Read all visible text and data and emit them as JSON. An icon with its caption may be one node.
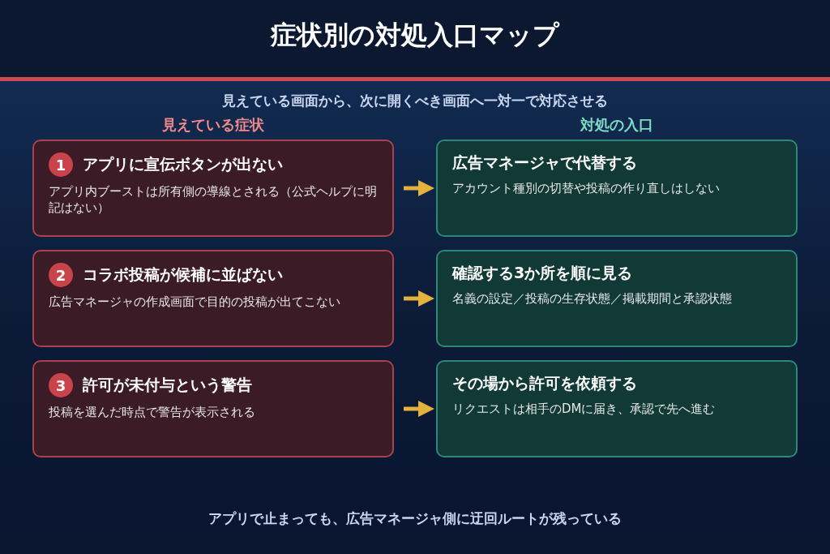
{
  "diagram": {
    "title": "症状別の対処入口マップ",
    "caption": "アプリで止まっても、広告マネージャ側に迂回ルートが残っている",
    "nodes": [
      {
        "text": [
          "1",
          "アプリに宣伝ボタンが出ない",
          "アプリ内ブーストは所有側の導線とされる（公式ヘルプに明記はない）"
        ]
      },
      {
        "text": [
          "広告マネージャで代替する",
          "アカウント種別の切替や投稿の作り直しはしない"
        ]
      },
      {
        "text": [
          "2",
          "コラボ投稿が候補に並ばない",
          "広告マネージャの作成画面で目的の投稿が出てこない"
        ]
      },
      {
        "text": [
          "確認する3か所を順に見る",
          "名義の設定／投稿の生存状態／掲載期間と承認状態"
        ]
      },
      {
        "text": [
          "3",
          "許可が未付与という警告",
          "投稿を選んだ時点で警告が表示される"
        ]
      },
      {
        "text": [
          "その場から許可を依頼する",
          "リクエストは相手のDMに届き、承認で先へ進む"
        ]
      }
    ],
    "edges": [
      {
        "from": 0,
        "to": 1,
        "arrow": "to",
        "color": "#e3b23c"
      },
      {
        "from": 2,
        "to": 3,
        "arrow": "to",
        "color": "#e3b23c"
      },
      {
        "from": 4,
        "to": 5,
        "arrow": "to",
        "color": "#e3b23c"
      }
    ],
    "labels": [
      "見えている画面から、次に開くべき画面へ一対一で対応させる",
      "見えている症状",
      "対処の入口"
    ]
  }
}
